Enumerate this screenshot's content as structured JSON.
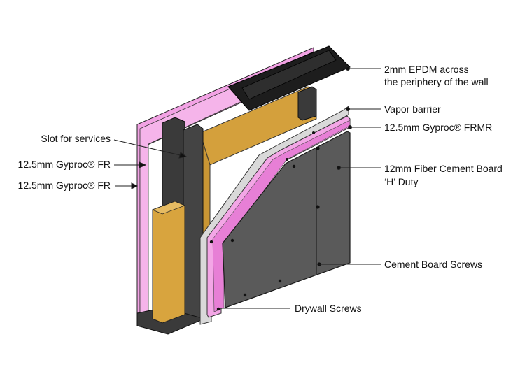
{
  "labels": {
    "epdm_line1": "2mm EPDM across",
    "epdm_line2": "the periphery of the wall",
    "vapor_barrier": "Vapor barrier",
    "gyproc_frmr": "12.5mm Gyproc® FRMR",
    "fiber_cement_line1": "12mm Fiber Cement Board",
    "fiber_cement_line2": "‘H’ Duty",
    "cement_board_screws": "Cement Board Screws",
    "drywall_screws": "Drywall Screws",
    "slot_for_services": "Slot for services",
    "gyproc_fr_upper": "12.5mm Gyproc® FR",
    "gyproc_fr_lower": "12.5mm Gyproc® FR"
  },
  "colors": {
    "pink_board": "#f3a6e6",
    "pink_edge": "#e77fd6",
    "insulation": "#d6a23f",
    "cement_board": "#5a5a5a",
    "steel": "#3a3a3a",
    "epdm": "#1c1c1c",
    "vapor": "#d8d8d8",
    "timber": "#d9a640"
  }
}
